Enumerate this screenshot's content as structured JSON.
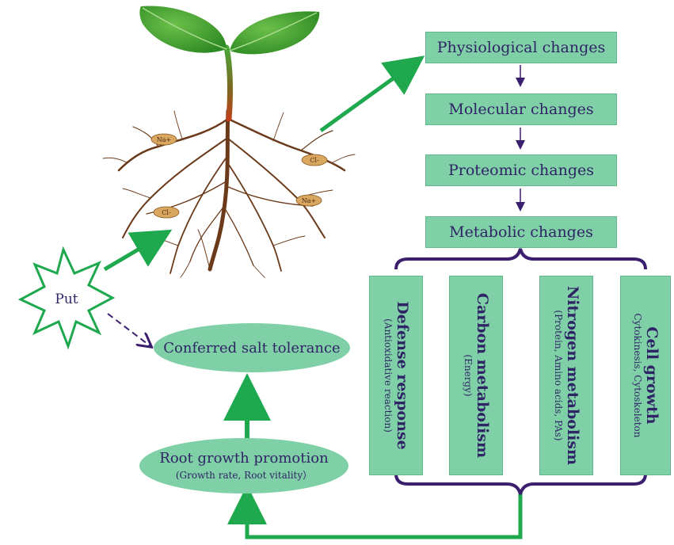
{
  "colors": {
    "box_fill": "#7fd0a6",
    "box_border": "#5fb98a",
    "arrow_green": "#1fa84e",
    "brace_purple": "#3b1f6e",
    "text_navy": "#2f2466",
    "leaf_green": "#3b9a2e",
    "root_brown": "#6b3a1a"
  },
  "icons": [
    "plant-seedling-icon",
    "starburst-icon"
  ],
  "trigger": {
    "label": "Put"
  },
  "ions": [
    "Na+",
    "Cl-",
    "Cl-",
    "Na+"
  ],
  "cascade": [
    {
      "label": "Physiological changes"
    },
    {
      "label": "Molecular changes"
    },
    {
      "label": "Proteomic changes"
    },
    {
      "label": "Metabolic changes"
    }
  ],
  "pathways": [
    {
      "title": "Defense  response",
      "subtitle": "(Antioxidative reaction)"
    },
    {
      "title": "Carbon metabolism",
      "subtitle": "(Energy)"
    },
    {
      "title": "Nitrogen  metabolism",
      "subtitle": "(Protein, Amino acids, PAs)"
    },
    {
      "title": "Cell growth",
      "subtitle": "Cytokinesis, Cytoskeleton"
    }
  ],
  "outcomes": {
    "tolerance": {
      "label": "Conferred salt tolerance"
    },
    "root_growth": {
      "label": "Root growth promotion",
      "detail": "(Growth rate, Root vitality）"
    }
  }
}
